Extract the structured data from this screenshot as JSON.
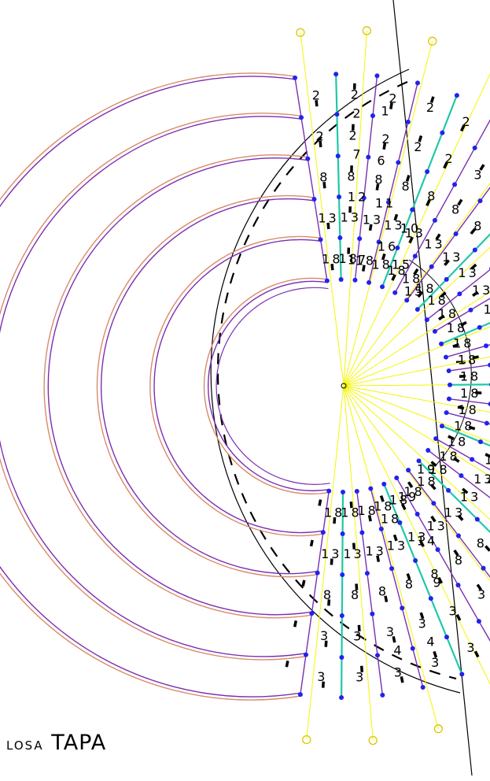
{
  "caption": {
    "word1": "losa",
    "word2": "TAPA"
  },
  "colors": {
    "beam_outer": "#d98a6a",
    "beam_inner": "#7a2fb0",
    "rib": "#1fc8a8",
    "support_line": "#f5f500",
    "support_marker": "#d8c800",
    "node": "#2222ee",
    "grid_line": "#000000"
  },
  "panel_labels": [
    "1",
    "2",
    "2",
    "3",
    "3",
    "3",
    "3",
    "3",
    "3",
    "3",
    "3",
    "3",
    "3",
    "3",
    "3",
    "3",
    "3",
    "3",
    "3",
    "3",
    "3",
    "4",
    "4",
    "6",
    "6",
    "7",
    "7",
    "7",
    "8",
    "8",
    "8",
    "8",
    "8",
    "8",
    "8",
    "8",
    "8",
    "8",
    "8",
    "8",
    "8",
    "8",
    "8",
    "8",
    "8",
    "8",
    "8",
    "8",
    "8",
    "9",
    "10",
    "11",
    "11",
    "12",
    "12",
    "13",
    "13",
    "13",
    "13",
    "13",
    "13",
    "13",
    "13",
    "13",
    "13",
    "13",
    "13",
    "13",
    "13",
    "13",
    "13",
    "13",
    "13",
    "14",
    "15",
    "15",
    "16",
    "16",
    "16",
    "17",
    "18",
    "18",
    "18",
    "18",
    "18",
    "18",
    "18",
    "18",
    "18",
    "18",
    "18",
    "18",
    "18",
    "18",
    "18",
    "18",
    "18",
    "18",
    "18",
    "18",
    "18",
    "19",
    "19",
    "18",
    "12"
  ]
}
